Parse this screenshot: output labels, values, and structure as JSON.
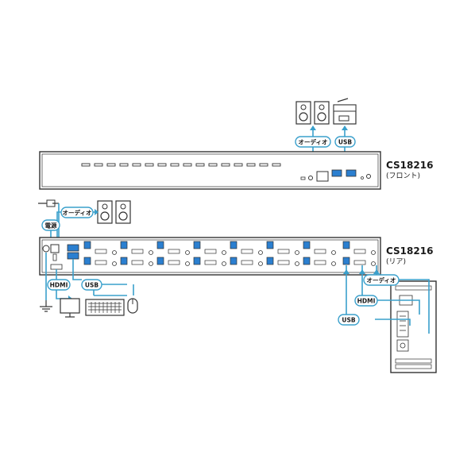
{
  "front_panel": {
    "model": "CS18216",
    "subtitle": "(フロント)",
    "audio_label": "オーディオ",
    "usb_label": "USB"
  },
  "rear_panel": {
    "model": "CS18216",
    "subtitle": "(リア)",
    "power_label": "電源",
    "audio_label": "オーディオ",
    "hdmi_label": "HDMI",
    "usb_label": "USB"
  },
  "computer": {
    "audio_label": "オーディオ",
    "hdmi_label": "HDMI",
    "usb_label": "USB"
  },
  "colors": {
    "cable": "#3aa0cc",
    "usb_port": "#2b7fd0",
    "outline": "#333333"
  }
}
